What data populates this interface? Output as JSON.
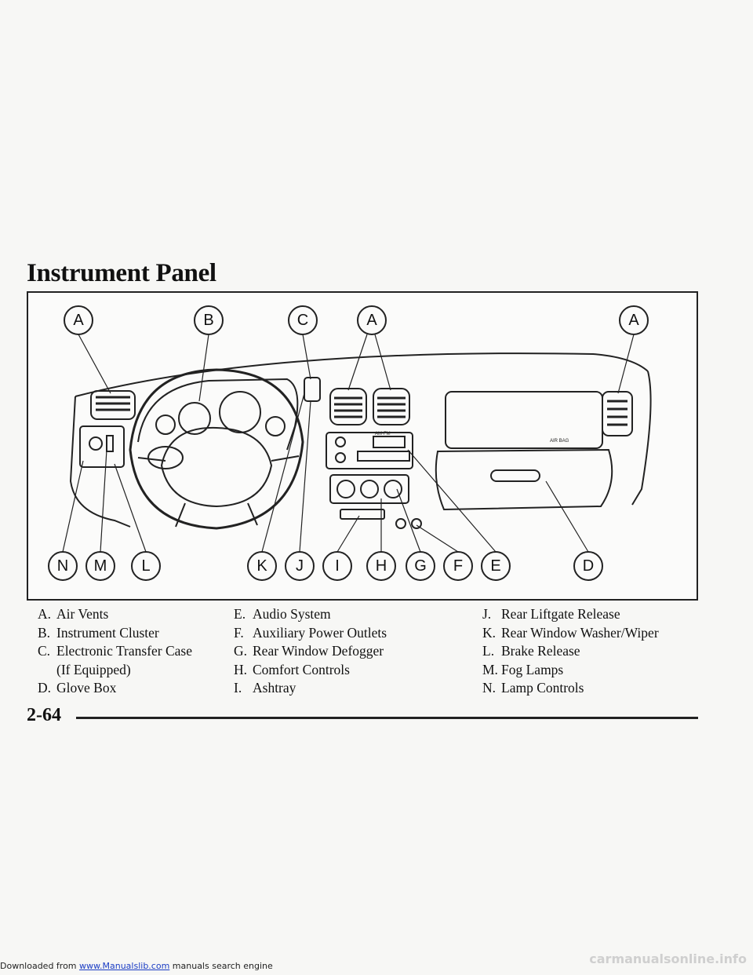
{
  "header": {
    "download_prefix": "Downloaded from ",
    "download_link": "www.Manualslib.com",
    "download_suffix": " manuals search engine"
  },
  "page": {
    "title": "Instrument Panel",
    "page_number": "2-64",
    "watermark": "carmanualsonline.info"
  },
  "figure": {
    "callouts_top": [
      "A",
      "B",
      "C",
      "A",
      "A"
    ],
    "callouts_bottom": [
      "N",
      "M",
      "L",
      "K",
      "J",
      "I",
      "H",
      "G",
      "F",
      "E",
      "D"
    ],
    "radio_label": "AM·FM",
    "glovebox_tag": "AIR BAG"
  },
  "legend": {
    "col1": [
      {
        "key": "A.",
        "text": "Air Vents"
      },
      {
        "key": "B.",
        "text": "Instrument Cluster"
      },
      {
        "key": "C.",
        "text": "Electronic Transfer Case",
        "cont": "(If Equipped)"
      },
      {
        "key": "D.",
        "text": "Glove Box"
      }
    ],
    "col2": [
      {
        "key": "E.",
        "text": "Audio System"
      },
      {
        "key": "F.",
        "text": "Auxiliary Power Outlets"
      },
      {
        "key": "G.",
        "text": "Rear Window Defogger"
      },
      {
        "key": "H.",
        "text": "Comfort Controls"
      },
      {
        "key": "I.",
        "text": "Ashtray"
      }
    ],
    "col3": [
      {
        "key": "J.",
        "text": "Rear Liftgate Release"
      },
      {
        "key": "K.",
        "text": "Rear Window Washer/Wiper"
      },
      {
        "key": "L.",
        "text": "Brake Release"
      },
      {
        "key": "M.",
        "text": "Fog Lamps"
      },
      {
        "key": "N.",
        "text": "Lamp Controls"
      }
    ]
  }
}
